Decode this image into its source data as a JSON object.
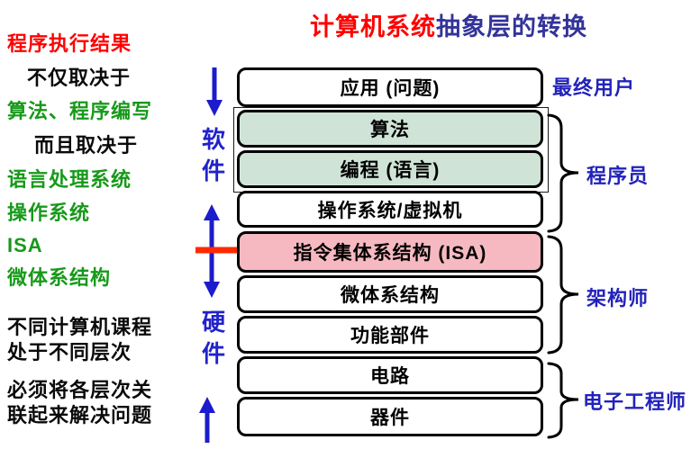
{
  "title": {
    "highlight": "计算机系统",
    "rest": "抽象层的转换"
  },
  "left_notes": [
    {
      "text": "程序执行结果",
      "color": "#ff0000"
    },
    {
      "text": "不仅取决于",
      "color": "#0a0a0a"
    },
    {
      "text": "算法、程序编写",
      "color": "#17991a"
    },
    {
      "text": "而且取决于",
      "color": "#0a0a0a"
    },
    {
      "text": "语言处理系统",
      "color": "#17991a"
    },
    {
      "text": "操作系统",
      "color": "#17991a"
    },
    {
      "text": "ISA",
      "color": "#17991a"
    },
    {
      "text": "微体系结构",
      "color": "#17991a"
    },
    {
      "text": "不同计算机课程",
      "color": "#0a0a0a"
    },
    {
      "text": "处于不同层次",
      "color": "#0a0a0a"
    },
    {
      "text": "必须将各层次关",
      "color": "#0a0a0a"
    },
    {
      "text": "联起来解决问题",
      "color": "#0a0a0a"
    }
  ],
  "side_labels": {
    "software": "软件",
    "hardware": "硬件"
  },
  "layers": [
    {
      "label": "应用 (问题)",
      "fill": "#ffffff"
    },
    {
      "label": "算法",
      "fill": "#cfe4d7"
    },
    {
      "label": "编程 (语言)",
      "fill": "#cfe4d7"
    },
    {
      "label": "操作系统/虚拟机",
      "fill": "#ffffff"
    },
    {
      "label": "指令集体系结构 (ISA)",
      "fill": "#f7b9c1"
    },
    {
      "label": "微体系结构",
      "fill": "#ffffff"
    },
    {
      "label": "功能部件",
      "fill": "#ffffff"
    },
    {
      "label": "电路",
      "fill": "#ffffff"
    },
    {
      "label": "器件",
      "fill": "#ffffff"
    }
  ],
  "roles": [
    {
      "label": "最终用户"
    },
    {
      "label": "程序员"
    },
    {
      "label": "架构师"
    },
    {
      "label": "电子工程师"
    }
  ],
  "colors": {
    "title_red": "#ff0000",
    "title_blue": "#333399",
    "note_green": "#17991a",
    "side_blue": "#2222cc",
    "role_blue": "#2222bb",
    "arrow_blue": "#1c1ccc",
    "boundary_red": "#ff2a00",
    "box_border": "#000000"
  }
}
